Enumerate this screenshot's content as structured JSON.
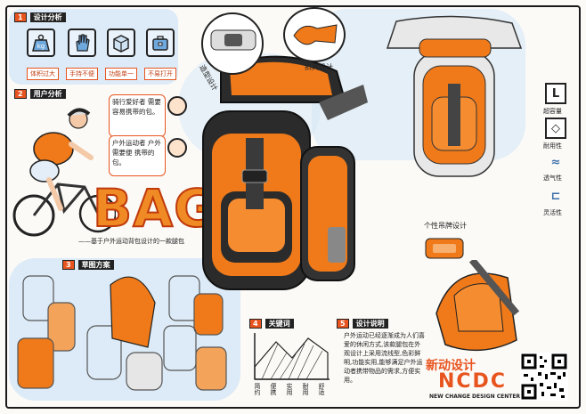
{
  "sections": {
    "s1": {
      "num": "1",
      "label": "设计分析"
    },
    "s2": {
      "num": "2",
      "label": "用户分析"
    },
    "s3": {
      "num": "3",
      "label": "草图方案"
    },
    "s4": {
      "num": "4",
      "label": "关键词"
    },
    "s5": {
      "num": "5",
      "label": "设计说明"
    }
  },
  "design_icons": [
    {
      "icon": "kg-weight-icon",
      "label": "体积过大"
    },
    {
      "icon": "hand-icon",
      "label": "手持不便"
    },
    {
      "icon": "box-icon",
      "label": "功能单一"
    },
    {
      "icon": "briefcase-icon",
      "label": "不易打开"
    }
  ],
  "user_notes": [
    "骑行爱好者 需要容易携带的包。",
    "户外运动者 户外需要便 携带的包。"
  ],
  "headline": {
    "word": "BAG",
    "subtitle": "——基于户外运动背包设计的一款腿包"
  },
  "callouts": {
    "buckle_design": "扣具设计",
    "strap_design": "造型设计",
    "detail_note": "个性吊牌设计"
  },
  "features": [
    {
      "icon": "L",
      "label": "超容量"
    },
    {
      "icon": "◇",
      "label": "耐用性"
    },
    {
      "icon": "≈",
      "label": "透气性"
    },
    {
      "icon": "⊏",
      "label": "灵活性"
    }
  ],
  "keywords": [
    "简约",
    "便携",
    "实用",
    "耐用",
    "舒适"
  ],
  "design_description": "户外运动已经逐渐成为人们喜爱的休闲方式,该款腿包在外观设计上采用流线型,色彩鲜明,功能实用,能够满足户外运动者携带物品的需求,方便实用。",
  "brand": {
    "cn": "新动设计",
    "logo": "NCDC",
    "en": "NEW CHANGE DESIGN CENTER"
  },
  "colors": {
    "accent": "#e8541e",
    "bag_orange": "#f07a1a",
    "bag_dark": "#2b2b2b",
    "bg_blue": "#d6e8f7"
  }
}
